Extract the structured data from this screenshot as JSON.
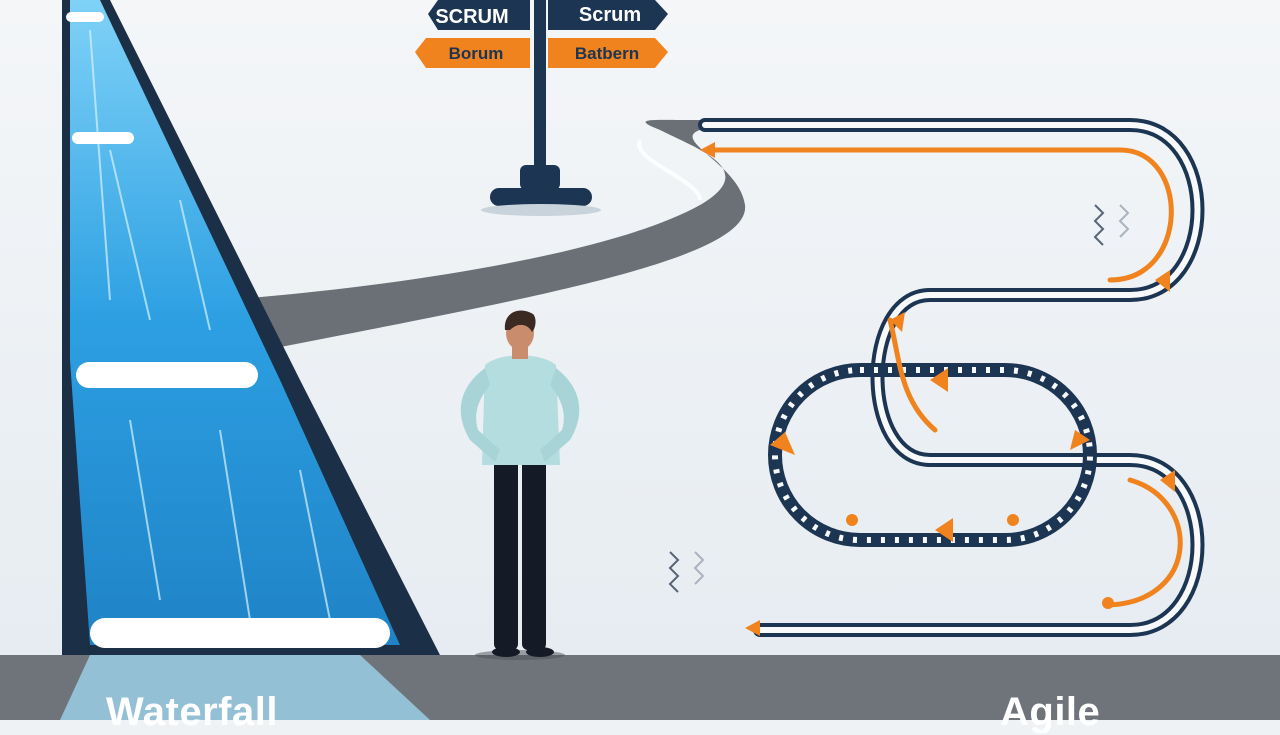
{
  "signpost": {
    "top_left": "SCRUM",
    "top_right": "Scrum",
    "bottom_left": "Borum",
    "bottom_right": "Batbern"
  },
  "captions": {
    "left": "Waterfall",
    "right": "Agile"
  },
  "colors": {
    "background": "#eef2f5",
    "navy": "#1c3552",
    "orange": "#f0831e",
    "water": "#2a9fe0",
    "road": "#6b7077",
    "ground": "#6f747a"
  },
  "illustration": {
    "left_side": "waterfall-cascade",
    "right_side": "agile-looping-track",
    "center": "person-standing-at-crossroads"
  }
}
